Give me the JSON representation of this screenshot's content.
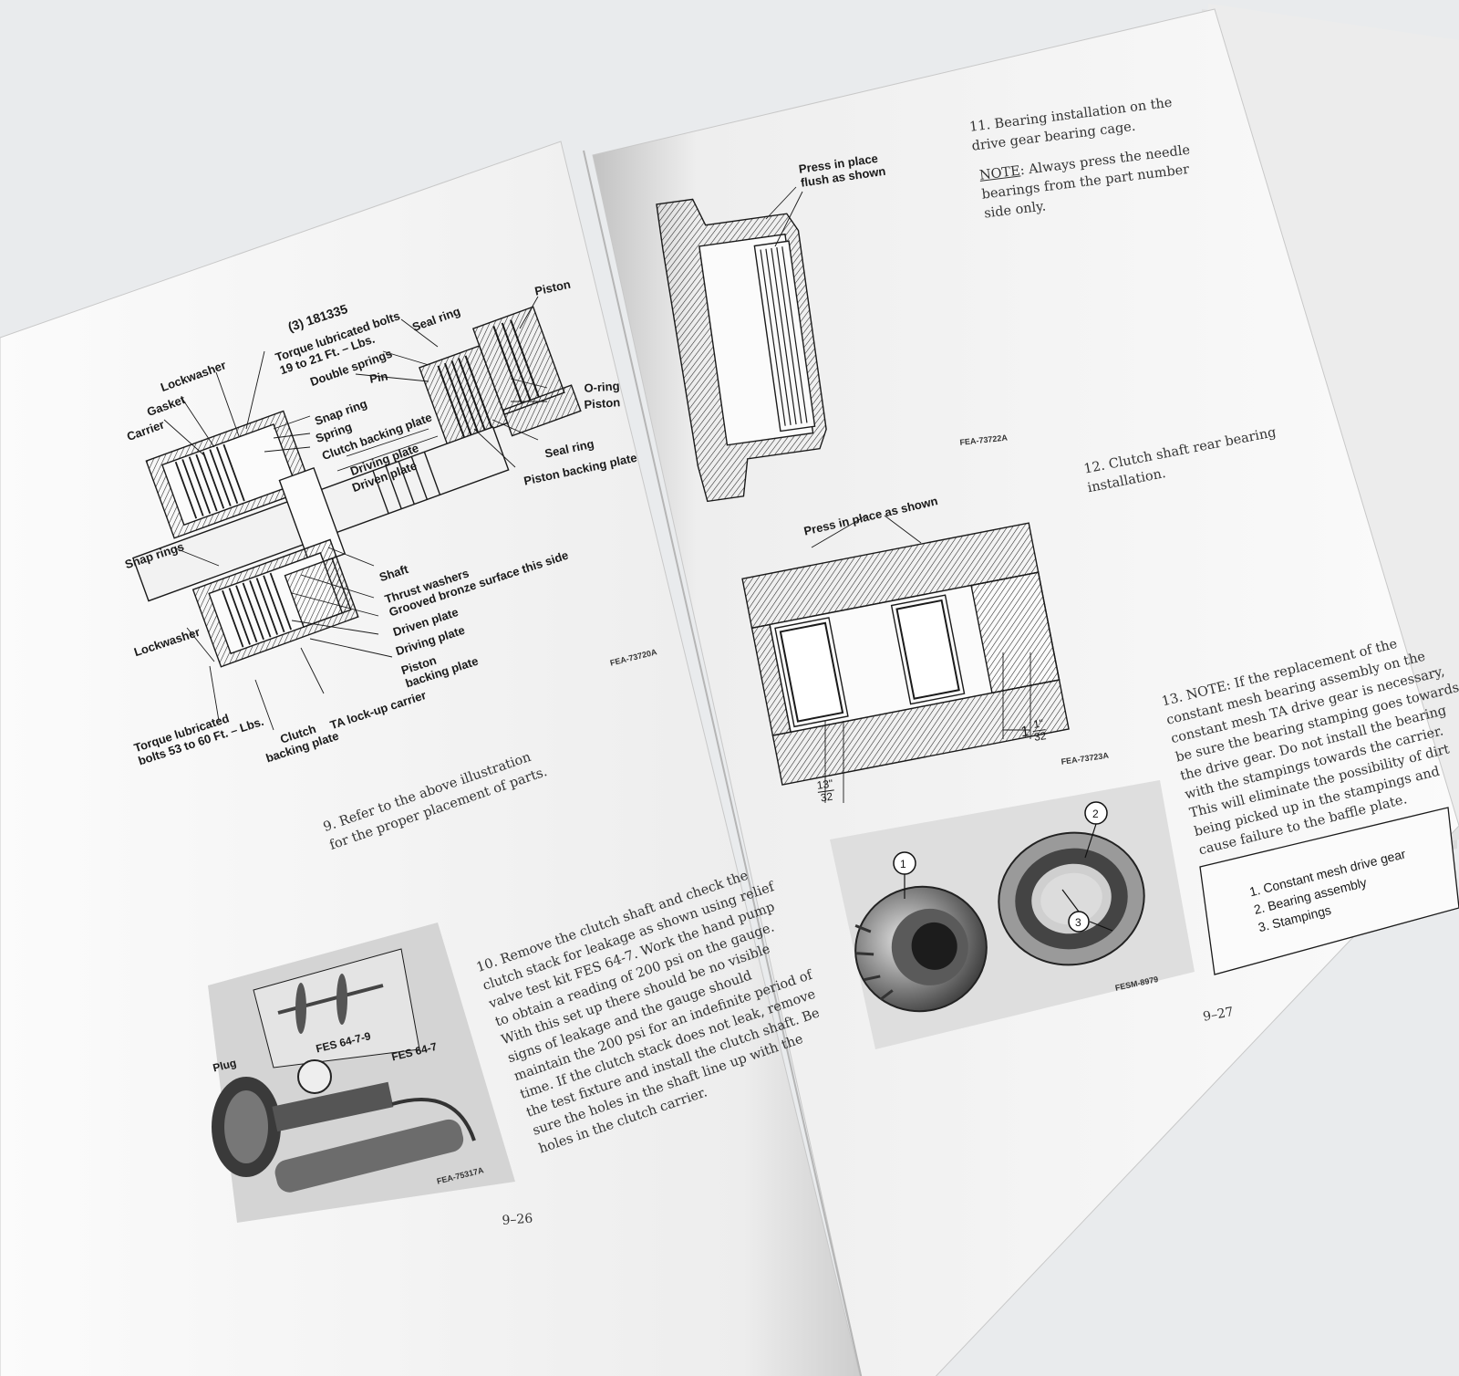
{
  "left_page": {
    "page_number": "9–26",
    "figure_top": {
      "tag": "FEA-73720A",
      "labels": {
        "part_number": "(3) 181335",
        "torque_top": "Torque lubricated bolts\n19 to 21 Ft. – Lbs.",
        "piston_top": "Piston",
        "seal_ring_top": "Seal ring",
        "double_springs": "Double springs",
        "lockwasher_top": "Lockwasher",
        "gasket": "Gasket",
        "carrier": "Carrier",
        "pin": "Pin",
        "o_ring": "O-ring",
        "piston_mid": "Piston",
        "snap_ring": "Snap ring",
        "spring": "Spring",
        "clutch_backing_plate": "Clutch backing plate",
        "driving_plate_top": "Driving plate",
        "driven_plate_top": "Driven plate",
        "seal_ring_mid": "Seal ring",
        "piston_backing_plate": "Piston backing plate",
        "snap_rings": "Snap rings",
        "shaft": "Shaft",
        "thrust_washers": "Thrust washers\nGrooved bronze surface this side",
        "driven_plate_bot": "Driven plate",
        "lockwasher_bot": "Lockwasher",
        "driving_plate_bot": "Driving plate",
        "piston_backing_bot": "Piston\nbacking plate",
        "ta_lockup_carrier": "TA lock-up carrier",
        "torque_bottom": "Torque lubricated\nbolts 53 to 60 Ft. – Lbs.",
        "clutch_backing_bot": "Clutch\nbacking plate"
      }
    },
    "step9": "9. Refer to the above illustration\nfor the proper placement of parts.",
    "step10": "10. Remove the clutch shaft and check the clutch stack for leakage as shown using relief valve test kit FES 64-7. Work the hand pump to obtain a reading of 200 psi on the gauge. With this set up there should be no visible signs of leakage and the gauge should maintain the 200 psi for an indefinite period of time. If the clutch stack does not leak, remove the test fixture and install the clutch shaft. Be sure the holes in the shaft line up with the holes in the clutch carrier.",
    "photo": {
      "tag": "FEA-75317A",
      "plug": "Plug",
      "fes_kit": "FES 64-7",
      "fes_inset": "FES 64-7-9"
    }
  },
  "right_page": {
    "page_number": "9–27",
    "step11_title": "11. Bearing installation on the drive gear bearing cage.",
    "step11_note_label": "NOTE",
    "step11_note": ": Always press the needle bearings from the part number side only.",
    "fig1": {
      "tag": "FEA-73722A",
      "callout": "Press in place\nflush as shown"
    },
    "step12": "12. Clutch shaft rear bearing installation.",
    "fig2": {
      "tag": "FEA-73723A",
      "callout": "Press in place as shown",
      "dim1_whole": "1",
      "dim1_num": "1\"",
      "dim1_den": "32",
      "dim2_num": "13\"",
      "dim2_den": "32"
    },
    "step13_label": "NOTE",
    "step13": "13. NOTE: If the replacement of the constant mesh bearing assembly on the constant mesh TA drive gear is necessary, be sure the bearing stamping goes towards the drive gear. Do not install the bearing with the stampings towards the carrier. This will eliminate the possibility of dirt being picked up in the stampings and cause failure to the baffle plate.",
    "photo": {
      "tag": "FESM-8979",
      "callouts": [
        "1",
        "2",
        "3"
      ]
    },
    "legend": [
      "1. Constant mesh drive gear",
      "2. Bearing assembly",
      "3. Stampings"
    ]
  },
  "colors": {
    "paper": "#fbfbfb",
    "background": "#e9ebed",
    "ink": "#1a1a1a"
  }
}
